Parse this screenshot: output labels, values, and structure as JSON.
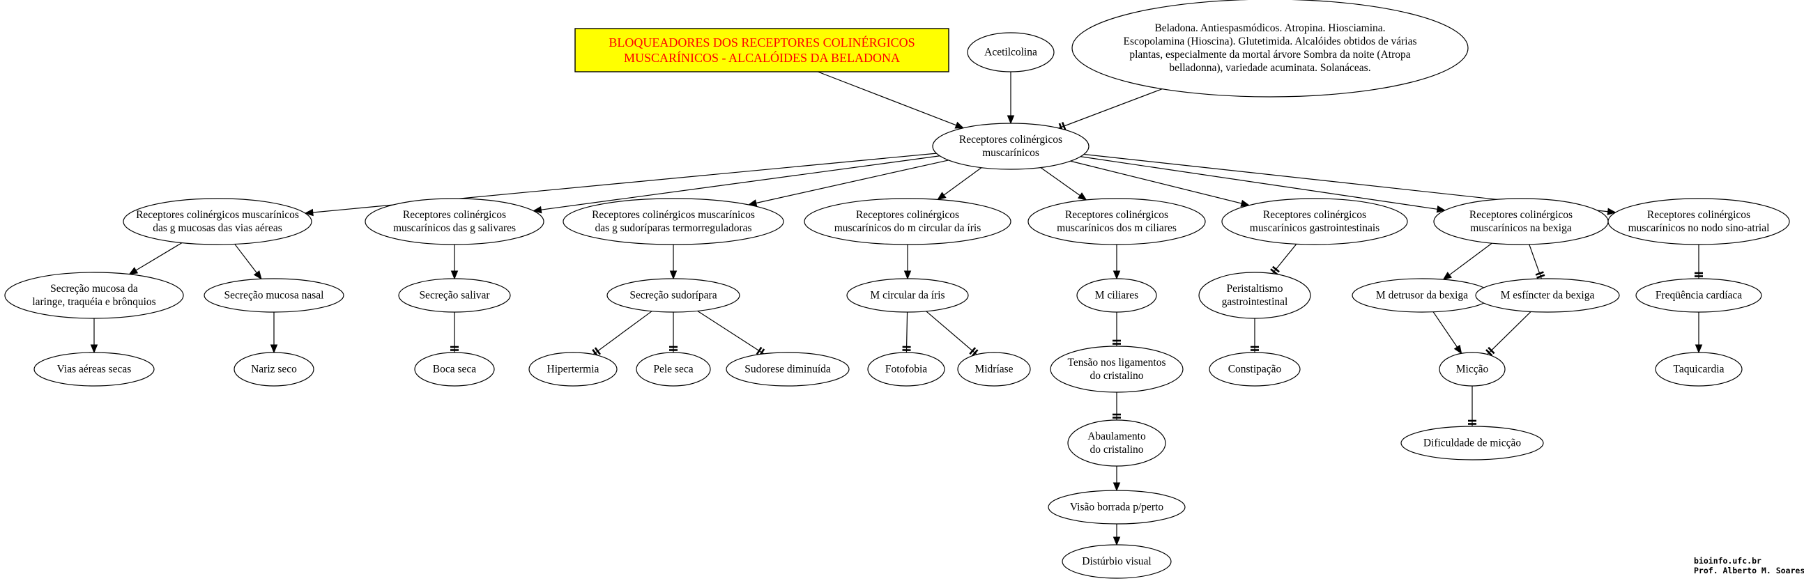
{
  "diagram": {
    "nodes": [
      {
        "id": "title",
        "lines": [
          "BLOQUEADORES DOS RECEPTORES COLINÉRGICOS",
          "MUSCARÍNICOS - ALCALÓIDES DA BELADONA"
        ],
        "shape": "box"
      },
      {
        "id": "acetilcolina",
        "lines": [
          "Acetilcolina"
        ],
        "shape": "ellipse"
      },
      {
        "id": "beladona",
        "lines": [
          "Beladona. Antiespasmódicos. Atropina. Hiosciamina.",
          "Escopolamina (Hioscina). Glutetimida. Alcalóides obtidos de várias",
          "plantas, especialmente da mortal árvore Sombra da noite (Atropa",
          "belladonna), variedade acuminata. Solanáceas."
        ],
        "shape": "ellipse"
      },
      {
        "id": "rcm",
        "lines": [
          "Receptores colinérgicos",
          "muscarínicos"
        ],
        "shape": "ellipse"
      },
      {
        "id": "vias_aereas",
        "lines": [
          "Receptores colinérgicos muscarínicos",
          "das g mucosas das vias aéreas"
        ],
        "shape": "ellipse"
      },
      {
        "id": "g_salivares",
        "lines": [
          "Receptores colinérgicos",
          "muscarínicos das g salivares"
        ],
        "shape": "ellipse"
      },
      {
        "id": "sudoriparas",
        "lines": [
          "Receptores colinérgicos muscarínicos",
          "das g sudoríparas termorreguladoras"
        ],
        "shape": "ellipse"
      },
      {
        "id": "iris",
        "lines": [
          "Receptores colinérgicos",
          "muscarínicos do m circular da íris"
        ],
        "shape": "ellipse"
      },
      {
        "id": "ciliares",
        "lines": [
          "Receptores colinérgicos",
          "muscarínicos dos m ciliares"
        ],
        "shape": "ellipse"
      },
      {
        "id": "gastro",
        "lines": [
          "Receptores colinérgicos",
          "muscarínicos gastrointestinais"
        ],
        "shape": "ellipse"
      },
      {
        "id": "bexiga",
        "lines": [
          "Receptores colinérgicos",
          "muscarínicos na bexiga"
        ],
        "shape": "ellipse"
      },
      {
        "id": "sino",
        "lines": [
          "Receptores colinérgicos",
          "muscarínicos no nodo sino-atrial"
        ],
        "shape": "ellipse"
      },
      {
        "id": "secrecao_laringe",
        "lines": [
          "Secreção mucosa da",
          "laringe, traquéia e brônquios"
        ],
        "shape": "ellipse"
      },
      {
        "id": "secrecao_nasal",
        "lines": [
          "Secreção mucosa nasal"
        ],
        "shape": "ellipse"
      },
      {
        "id": "vias_secas",
        "lines": [
          "Vias aéreas secas"
        ],
        "shape": "ellipse"
      },
      {
        "id": "nariz_seco",
        "lines": [
          "Nariz seco"
        ],
        "shape": "ellipse"
      },
      {
        "id": "secrecao_salivar",
        "lines": [
          "Secreção salivar"
        ],
        "shape": "ellipse"
      },
      {
        "id": "boca_seca",
        "lines": [
          "Boca seca"
        ],
        "shape": "ellipse"
      },
      {
        "id": "secrecao_sudoripara",
        "lines": [
          "Secreção sudorípara"
        ],
        "shape": "ellipse"
      },
      {
        "id": "hipertermia",
        "lines": [
          "Hipertermia"
        ],
        "shape": "ellipse"
      },
      {
        "id": "pele_seca",
        "lines": [
          "Pele seca"
        ],
        "shape": "ellipse"
      },
      {
        "id": "sudorese",
        "lines": [
          "Sudorese diminuída"
        ],
        "shape": "ellipse"
      },
      {
        "id": "m_circular",
        "lines": [
          "M circular da íris"
        ],
        "shape": "ellipse"
      },
      {
        "id": "fotofobia",
        "lines": [
          "Fotofobia"
        ],
        "shape": "ellipse"
      },
      {
        "id": "midriase",
        "lines": [
          "Midríase"
        ],
        "shape": "ellipse"
      },
      {
        "id": "m_ciliares",
        "lines": [
          "M ciliares"
        ],
        "shape": "ellipse"
      },
      {
        "id": "tensao",
        "lines": [
          "Tensão nos ligamentos",
          "do cristalino"
        ],
        "shape": "ellipse"
      },
      {
        "id": "abaulamento",
        "lines": [
          "Abaulamento",
          "do cristalino"
        ],
        "shape": "ellipse"
      },
      {
        "id": "visao",
        "lines": [
          "Visão borrada p/perto"
        ],
        "shape": "ellipse"
      },
      {
        "id": "disturbio",
        "lines": [
          "Distúrbio visual"
        ],
        "shape": "ellipse"
      },
      {
        "id": "peristaltismo",
        "lines": [
          "Peristaltismo",
          "gastrointestinal"
        ],
        "shape": "ellipse"
      },
      {
        "id": "constipacao",
        "lines": [
          "Constipação"
        ],
        "shape": "ellipse"
      },
      {
        "id": "detrusor",
        "lines": [
          "M detrusor da bexiga"
        ],
        "shape": "ellipse"
      },
      {
        "id": "esfincter",
        "lines": [
          "M esfíncter da bexiga"
        ],
        "shape": "ellipse"
      },
      {
        "id": "miccao",
        "lines": [
          "Micção"
        ],
        "shape": "ellipse"
      },
      {
        "id": "dificuldade",
        "lines": [
          "Dificuldade de micção"
        ],
        "shape": "ellipse"
      },
      {
        "id": "frequencia",
        "lines": [
          "Freqüência cardíaca"
        ],
        "shape": "ellipse"
      },
      {
        "id": "taquicardia",
        "lines": [
          "Taquicardia"
        ],
        "shape": "ellipse"
      }
    ],
    "edges": [
      {
        "from": "title",
        "to": "rcm",
        "type": "arrow"
      },
      {
        "from": "acetilcolina",
        "to": "rcm",
        "type": "arrow"
      },
      {
        "from": "beladona",
        "to": "rcm",
        "type": "tee"
      },
      {
        "from": "rcm",
        "to": "vias_aereas",
        "type": "arrow"
      },
      {
        "from": "rcm",
        "to": "g_salivares",
        "type": "arrow"
      },
      {
        "from": "rcm",
        "to": "sudoriparas",
        "type": "arrow"
      },
      {
        "from": "rcm",
        "to": "iris",
        "type": "arrow"
      },
      {
        "from": "rcm",
        "to": "ciliares",
        "type": "arrow"
      },
      {
        "from": "rcm",
        "to": "gastro",
        "type": "arrow"
      },
      {
        "from": "rcm",
        "to": "bexiga",
        "type": "arrow"
      },
      {
        "from": "rcm",
        "to": "sino",
        "type": "arrow"
      },
      {
        "from": "vias_aereas",
        "to": "secrecao_laringe",
        "type": "arrow"
      },
      {
        "from": "vias_aereas",
        "to": "secrecao_nasal",
        "type": "arrow"
      },
      {
        "from": "secrecao_laringe",
        "to": "vias_secas",
        "type": "arrow"
      },
      {
        "from": "secrecao_nasal",
        "to": "nariz_seco",
        "type": "arrow"
      },
      {
        "from": "g_salivares",
        "to": "secrecao_salivar",
        "type": "arrow"
      },
      {
        "from": "secrecao_salivar",
        "to": "boca_seca",
        "type": "tee"
      },
      {
        "from": "sudoriparas",
        "to": "secrecao_sudoripara",
        "type": "arrow"
      },
      {
        "from": "secrecao_sudoripara",
        "to": "hipertermia",
        "type": "tee"
      },
      {
        "from": "secrecao_sudoripara",
        "to": "pele_seca",
        "type": "tee"
      },
      {
        "from": "secrecao_sudoripara",
        "to": "sudorese",
        "type": "tee"
      },
      {
        "from": "iris",
        "to": "m_circular",
        "type": "arrow"
      },
      {
        "from": "m_circular",
        "to": "fotofobia",
        "type": "tee"
      },
      {
        "from": "m_circular",
        "to": "midriase",
        "type": "tee"
      },
      {
        "from": "ciliares",
        "to": "m_ciliares",
        "type": "arrow"
      },
      {
        "from": "m_ciliares",
        "to": "tensao",
        "type": "tee"
      },
      {
        "from": "tensao",
        "to": "abaulamento",
        "type": "tee"
      },
      {
        "from": "abaulamento",
        "to": "visao",
        "type": "arrow"
      },
      {
        "from": "visao",
        "to": "disturbio",
        "type": "arrow"
      },
      {
        "from": "gastro",
        "to": "peristaltismo",
        "type": "tee"
      },
      {
        "from": "peristaltismo",
        "to": "constipacao",
        "type": "tee"
      },
      {
        "from": "bexiga",
        "to": "detrusor",
        "type": "arrow"
      },
      {
        "from": "bexiga",
        "to": "esfincter",
        "type": "tee"
      },
      {
        "from": "detrusor",
        "to": "miccao",
        "type": "arrow"
      },
      {
        "from": "esfincter",
        "to": "miccao",
        "type": "tee"
      },
      {
        "from": "miccao",
        "to": "dificuldade",
        "type": "tee"
      },
      {
        "from": "sino",
        "to": "frequencia",
        "type": "tee"
      },
      {
        "from": "frequencia",
        "to": "taquicardia",
        "type": "arrow"
      }
    ]
  },
  "signature": {
    "line1": "bioinfo.ufc.br",
    "line2": "Prof. Alberto M. Soares"
  }
}
